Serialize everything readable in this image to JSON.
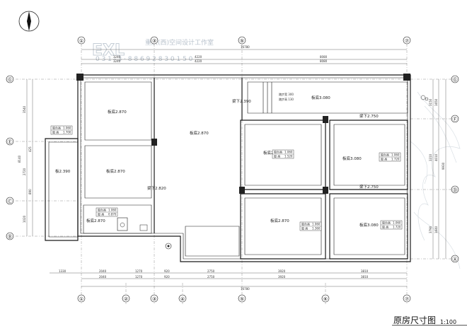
{
  "watermark": {
    "logo": "EXL",
    "line1": "重庆(西)空间设计工作室",
    "line2": "0 3 1 · 3 · 8 8 6 9 2 8 3 0   1 5 0"
  },
  "title": {
    "main": "原房尺寸图",
    "scale": "1:100"
  },
  "axes_top": [
    "①",
    "③",
    "⑤",
    "⑦"
  ],
  "axes_bottom": [
    "①",
    "②",
    "③",
    "④",
    "⑤",
    "⑥",
    "⑦"
  ],
  "axes_left": [
    "Ⓖ",
    "Ⓔ",
    "Ⓒ",
    "Ⓑ"
  ],
  "axes_right": [
    "Ⓖ",
    "Ⓕ",
    "Ⓓ",
    "Ⓐ"
  ],
  "dims": {
    "top_row1": [
      "3240",
      "4220",
      "8080"
    ],
    "top_row2": [
      "3240",
      "4220",
      "8080"
    ],
    "top_total": "16780",
    "bottom_row1": [
      "1330",
      "2040",
      "1270",
      "920",
      "2750",
      "3920",
      "3810"
    ],
    "bottom_row2": [
      "2040",
      "1270",
      "920",
      "2750",
      "3920",
      "3810"
    ],
    "bottom_total": "16780",
    "left": [
      "3540",
      "2720",
      "1020",
      "8140",
      "425",
      "890"
    ],
    "right": [
      "3150",
      "3310",
      "3790",
      "1650",
      "1640",
      "9930",
      "4010"
    ]
  },
  "rooms": [
    {
      "id": "room-top-left",
      "label": "板底2.870"
    },
    {
      "id": "room-living",
      "label": "板底2.870"
    },
    {
      "id": "room-mid-left",
      "label": "板底2.870"
    },
    {
      "id": "room-balcony",
      "label": "板2.390"
    },
    {
      "id": "room-bath",
      "label": "板底2.870"
    },
    {
      "id": "room-mid",
      "label": "板底2.870"
    },
    {
      "id": "room-right-top",
      "label": "板底3.080"
    },
    {
      "id": "room-mid-lower",
      "label": "板底2.870"
    },
    {
      "id": "room-right-bottom",
      "label": "板底3.080"
    },
    {
      "id": "room-top-strip",
      "label": "板底3.080"
    }
  ],
  "beams": [
    {
      "id": "beam-1",
      "label": "梁下2.390"
    },
    {
      "id": "beam-2",
      "label": "梁下2.750"
    },
    {
      "id": "beam-3",
      "label": "梁下2.750"
    },
    {
      "id": "beam-4",
      "label": "梁下2.820"
    }
  ],
  "stairs": {
    "label1": "踏步宽 300",
    "label2": "踏步高 130"
  },
  "tags": [
    {
      "a": "窗台高",
      "av": "1.060",
      "b": "窗 高",
      "bv": "1.700"
    },
    {
      "a": "窗台高",
      "av": "1.060",
      "b": "窗 高",
      "bv": "1.520"
    },
    {
      "a": "窗台高",
      "av": "1.060",
      "b": "窗 高",
      "bv": "1.720"
    },
    {
      "a": "窗台高",
      "av": "1.060",
      "b": "窗 高",
      "bv": "1.360"
    },
    {
      "a": "窗台高",
      "av": "1.060",
      "b": "窗 高",
      "bv": "1.720"
    },
    {
      "a": "窗台高",
      "av": "1.060",
      "b": "窗 高",
      "bv": "0.870"
    }
  ]
}
